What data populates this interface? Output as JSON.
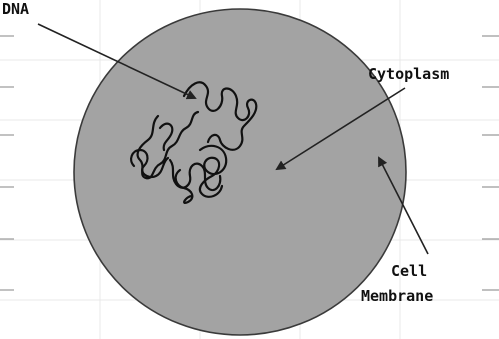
{
  "labels": {
    "dna": "DNA",
    "cytoplasm": "Cytoplasm",
    "cell_membrane_line1": "Cell",
    "cell_membrane_line2": "Membrane"
  },
  "colors": {
    "background": "#ffffff",
    "cell_fill": "#a3a3a3",
    "cell_outline": "#3a3a3a",
    "dna_stroke": "#111111",
    "arrow": "#222222",
    "ruled_line": "#9a9a9a",
    "grid": "#e9e9e9"
  }
}
